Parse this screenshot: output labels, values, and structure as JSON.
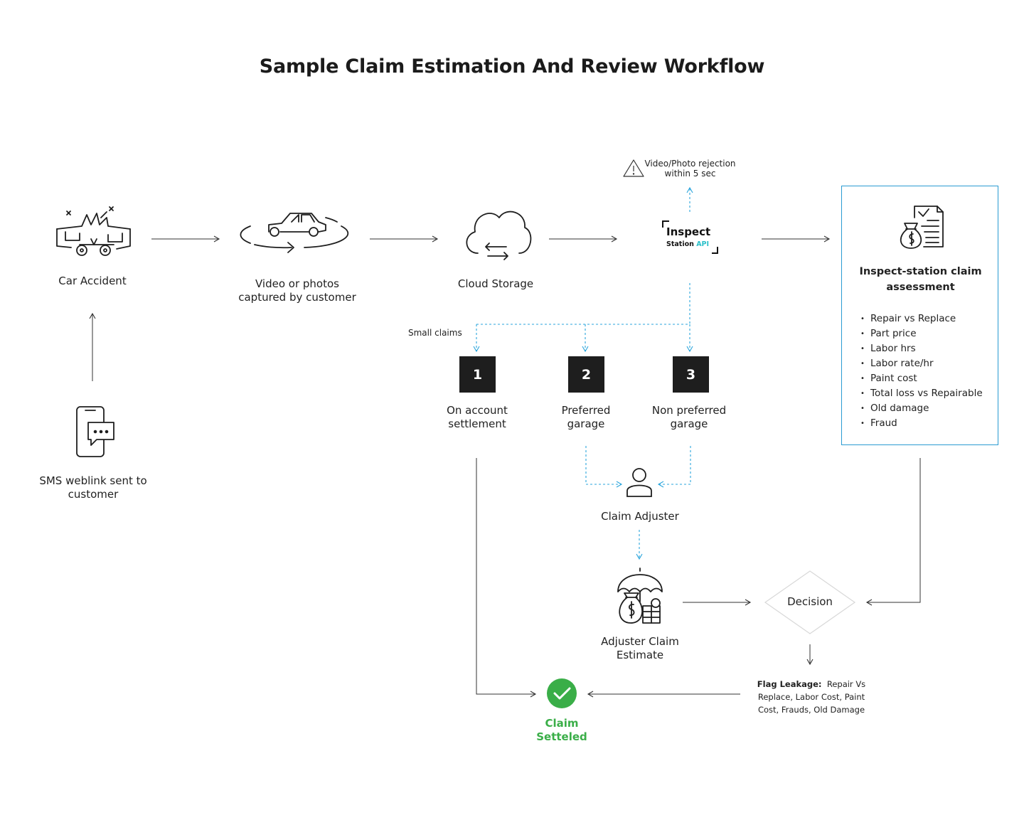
{
  "title": "Sample Claim Estimation And Review Workflow",
  "nodes": {
    "car_accident": "Car Accident",
    "video_line1": "Video or photos",
    "video_line2": "captured by customer",
    "cloud_storage": "Cloud Storage",
    "sms_line1": "SMS weblink sent to",
    "sms_line2": "customer",
    "rejection_line1": "Video/Photo rejection",
    "rejection_line2": "within 5 sec",
    "inspect_logo_main": "Inspect",
    "inspect_logo_station": "Station",
    "inspect_logo_api": "API",
    "small_claims": "Small claims",
    "option1_num": "1",
    "option1_line1": "On account",
    "option1_line2": "settlement",
    "option2_num": "2",
    "option2_line1": "Preferred",
    "option2_line2": "garage",
    "option3_num": "3",
    "option3_line1": "Non preferred",
    "option3_line2": "garage",
    "claim_adjuster": "Claim Adjuster",
    "estimate_line1": "Adjuster Claim",
    "estimate_line2": "Estimate",
    "decision": "Decision",
    "settled_line1": "Claim",
    "settled_line2": "Setteled",
    "flag_label": "Flag Leakage:",
    "flag_text_1": "Repair Vs",
    "flag_text_2": "Replace, Labor Cost, Paint",
    "flag_text_3": "Cost, Frauds, Old Damage"
  },
  "assessment": {
    "title_line1": "Inspect-station claim",
    "title_line2": "assessment",
    "items": [
      "Repair vs Replace",
      "Part price",
      "Labor hrs",
      "Labor rate/hr",
      "Paint cost",
      "Total loss vs Repairable",
      "Old damage",
      "Fraud"
    ]
  },
  "colors": {
    "accent_blue": "#2a9bd2",
    "dashed_blue": "#2aa5dc",
    "success_green": "#3aae48",
    "logo_teal": "#2bc0c9",
    "ink": "#1e1e1e"
  }
}
